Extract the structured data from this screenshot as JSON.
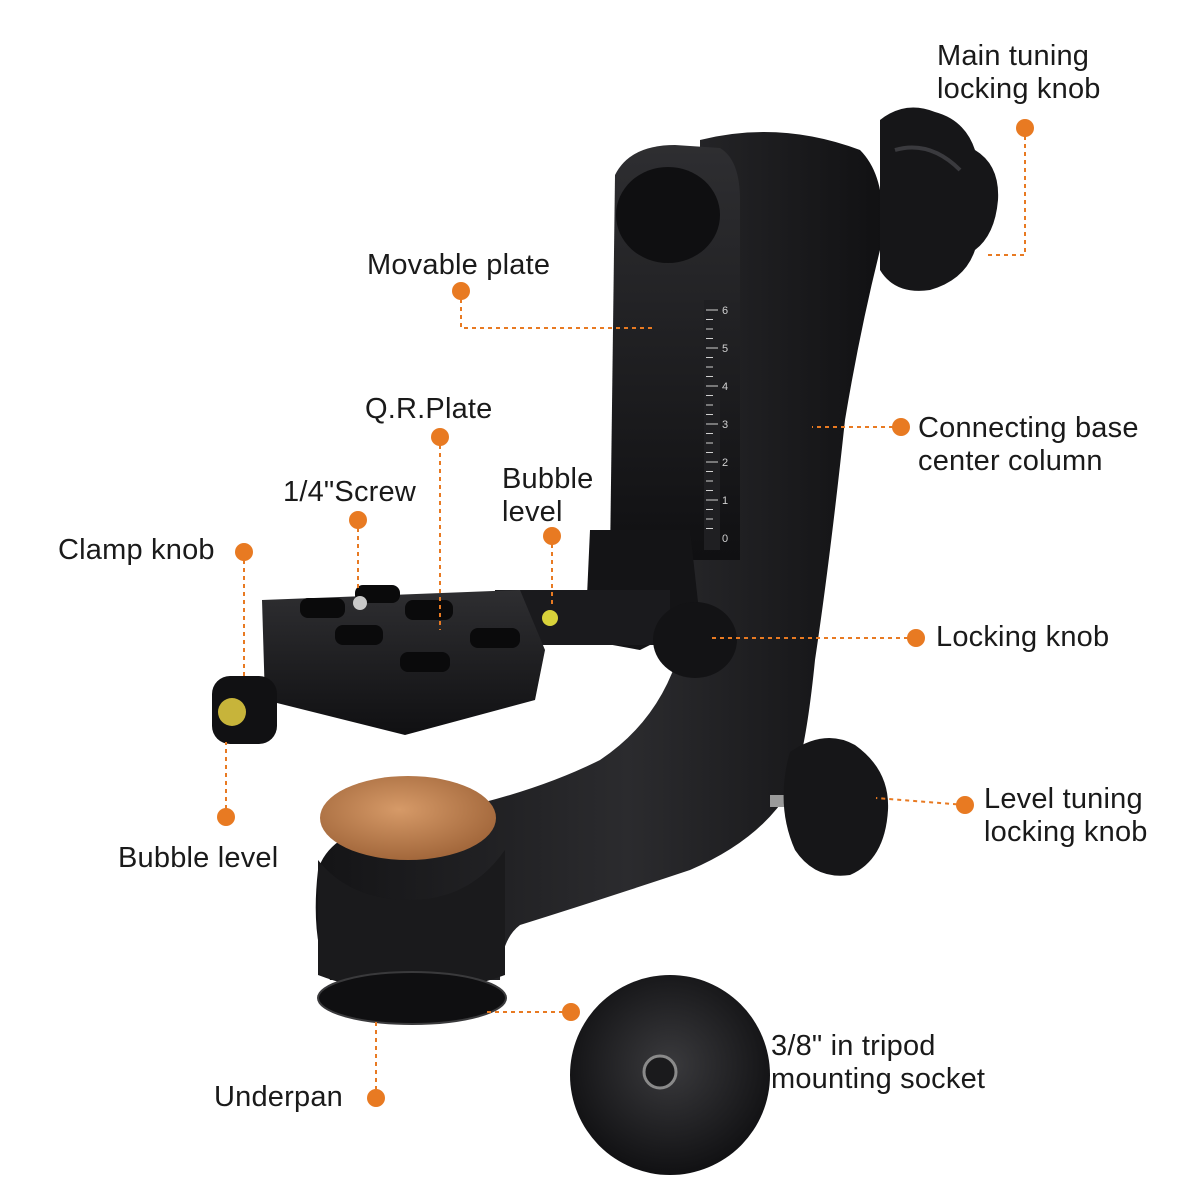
{
  "colors": {
    "accent": "#e87a22",
    "body": "#1c1c1e",
    "metal": "#2a2a2c",
    "bronze": "#b87a4b",
    "text": "#1a1a1a"
  },
  "labels": {
    "main_tuning_knob": [
      "Main tuning",
      "locking knob"
    ],
    "movable_plate": [
      "Movable plate"
    ],
    "qr_plate": [
      "Q.R.Plate"
    ],
    "connecting_base": [
      "Connecting base",
      "center column"
    ],
    "screw": [
      "1/4\"Screw"
    ],
    "bubble_level_top": [
      "Bubble",
      "level"
    ],
    "clamp_knob": [
      "Clamp knob"
    ],
    "locking_knob": [
      "Locking knob"
    ],
    "level_tuning_knob": [
      "Level tuning",
      "locking knob"
    ],
    "bubble_level_left": [
      "Bubble level"
    ],
    "tripod_socket": [
      "3/8\" in tripod",
      "mounting socket"
    ],
    "underpan": [
      "Underpan"
    ]
  },
  "scale_ticks": [
    "6",
    "5",
    "4",
    "3",
    "2",
    "1",
    "0"
  ]
}
